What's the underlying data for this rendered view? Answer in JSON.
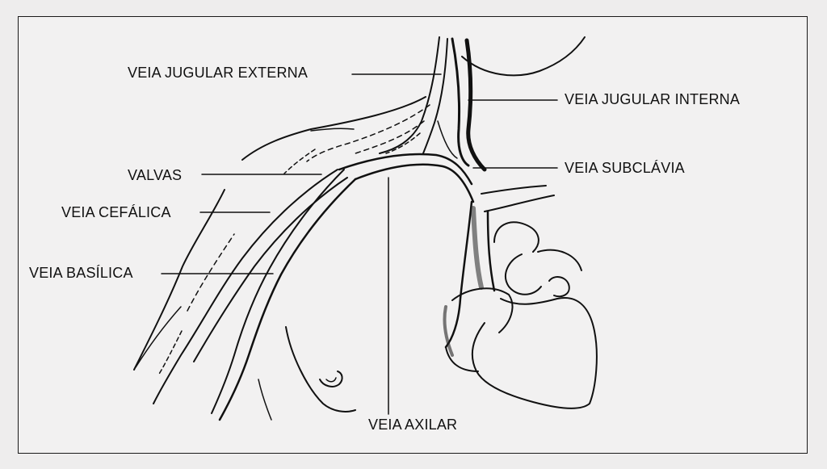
{
  "labels": {
    "jugular_externa": "VEIA JUGULAR EXTERNA",
    "jugular_interna": "VEIA JUGULAR INTERNA",
    "valvas": "VALVAS",
    "subclavia": "VEIA SUBCLÁVIA",
    "cefalica": "VEIA CEFÁLICA",
    "basilica": "VEIA BASÍLICA",
    "axilar": "VEIA AXILAR"
  }
}
